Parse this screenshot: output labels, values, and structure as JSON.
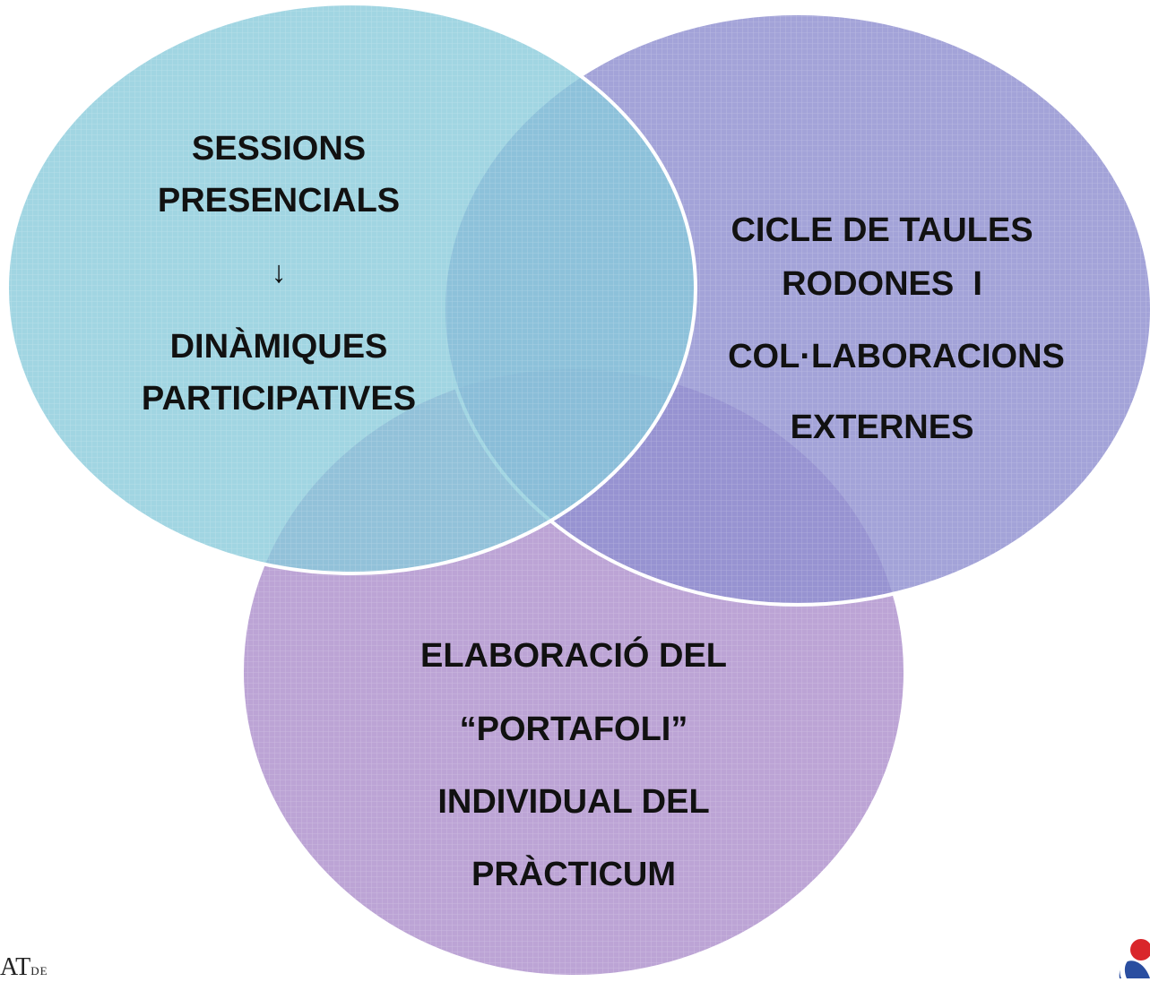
{
  "circles": [
    {
      "id": "sessions",
      "color": "#86c9da",
      "lines": [
        "SESSIONS",
        "PRESENCIALS",
        "↓",
        "DINÀMIQUES",
        "PARTICIPATIVES"
      ]
    },
    {
      "id": "taules",
      "color": "#8f8fd0",
      "lines": [
        "CICLE DE TAULES",
        "RODONES  I",
        "COL·LABORACIONS",
        "EXTERNES"
      ]
    },
    {
      "id": "portafoli",
      "color": "#b59ad0",
      "lines": [
        "ELABORACIÓ DEL",
        "“PORTAFOLI”",
        "INDIVIDUAL DEL",
        "PRÀCTICUM"
      ]
    }
  ],
  "footer": {
    "left_mark": "AT",
    "left_mark_small": "DE"
  }
}
